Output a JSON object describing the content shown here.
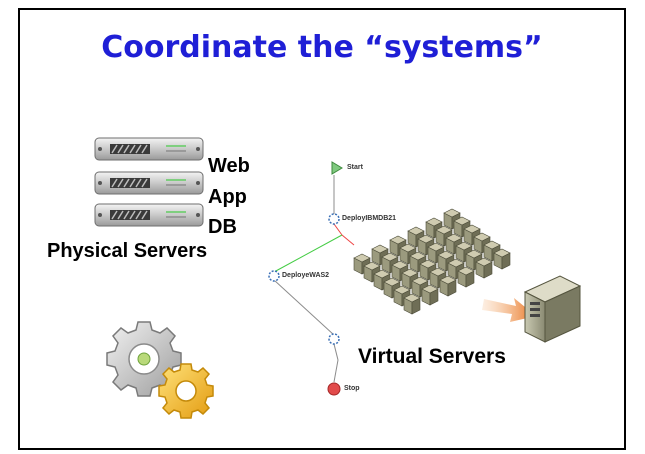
{
  "slide": {
    "title": "Coordinate the “systems”",
    "physical": {
      "labels": [
        "Web",
        "App",
        "DB"
      ],
      "caption": "Physical Servers"
    },
    "workflow": {
      "start": "Start",
      "deploy_db": "DeployIBMDB21",
      "deploy_was": "DeployeWAS2",
      "stop": "Stop"
    },
    "virtual_caption": "Virtual Servers",
    "icons": [
      "server-rack-icon",
      "gears-icon",
      "virtual-machines-grid-icon",
      "server-tower-icon",
      "arrow-icon"
    ],
    "colors": {
      "title": "#1f1fd6",
      "accent_arrow": "#e8701a",
      "gear_yellow": "#f1b320"
    }
  }
}
